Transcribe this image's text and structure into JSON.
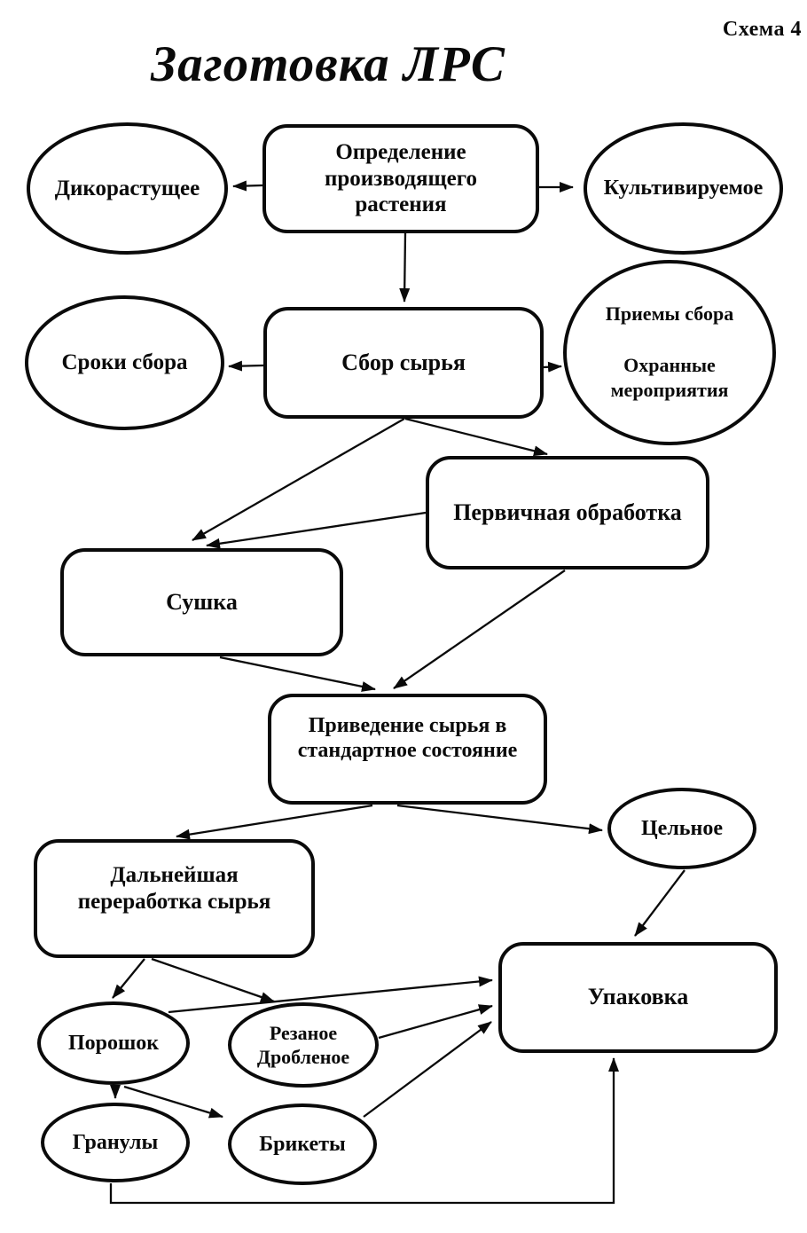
{
  "page": {
    "scheme_label": "Схема 4",
    "title": "Заготовка ЛРС"
  },
  "nodes": {
    "opredelenie": {
      "label": "Определение\nпроизводящего\nрастения",
      "shape": "rect"
    },
    "dikorastushchee": {
      "label": "Дикорастущее",
      "shape": "ellipse"
    },
    "kultiviruemoe": {
      "label": "Культивируемое",
      "shape": "ellipse"
    },
    "sbor": {
      "label": "Сбор сырья",
      "shape": "rect"
    },
    "sroki": {
      "label": "Сроки сбора",
      "shape": "ellipse"
    },
    "priemy": {
      "label": "Приемы сбора\n\nОхранные\nмероприятия",
      "shape": "ellipse"
    },
    "pervichnaya": {
      "label": "Первичная обработка",
      "shape": "rect"
    },
    "sushka": {
      "label": "Сушка",
      "shape": "rect"
    },
    "privedenie": {
      "label": "Приведение сырья в\nстандартное состояние",
      "shape": "rect"
    },
    "tselnoe": {
      "label": "Цельное",
      "shape": "ellipse"
    },
    "dalneyshaya": {
      "label": "Дальнейшая\nпереработка сырья",
      "shape": "rect"
    },
    "upakovka": {
      "label": "Упаковка",
      "shape": "rect"
    },
    "poroshok": {
      "label": "Порошок",
      "shape": "ellipse"
    },
    "rezanoe": {
      "label": "Резаное\nДробленое",
      "shape": "ellipse"
    },
    "granuly": {
      "label": "Гранулы",
      "shape": "ellipse"
    },
    "brikety": {
      "label": "Брикеты",
      "shape": "ellipse"
    }
  },
  "edges": [
    {
      "from": "opredelenie",
      "to": "dikorastushchee"
    },
    {
      "from": "opredelenie",
      "to": "kultiviruemoe"
    },
    {
      "from": "opredelenie",
      "to": "sbor"
    },
    {
      "from": "sbor",
      "to": "sroki"
    },
    {
      "from": "sbor",
      "to": "priemy"
    },
    {
      "from": "sbor",
      "to": "pervichnaya"
    },
    {
      "from": "sbor",
      "to": "sushka"
    },
    {
      "from": "pervichnaya",
      "to": "sushka"
    },
    {
      "from": "pervichnaya",
      "to": "privedenie"
    },
    {
      "from": "sushka",
      "to": "privedenie"
    },
    {
      "from": "privedenie",
      "to": "dalneyshaya"
    },
    {
      "from": "privedenie",
      "to": "tselnoe"
    },
    {
      "from": "dalneyshaya",
      "to": "poroshok"
    },
    {
      "from": "dalneyshaya",
      "to": "rezanoe"
    },
    {
      "from": "poroshok",
      "to": "granuly"
    },
    {
      "from": "poroshok",
      "to": "brikety"
    },
    {
      "from": "poroshok",
      "to": "upakovka"
    },
    {
      "from": "rezanoe",
      "to": "upakovka"
    },
    {
      "from": "brikety",
      "to": "upakovka"
    },
    {
      "from": "tselnoe",
      "to": "upakovka"
    },
    {
      "from": "granuly",
      "to": "upakovka"
    }
  ],
  "colors": {
    "ink": "#0a0a0a",
    "background": "#ffffff"
  }
}
